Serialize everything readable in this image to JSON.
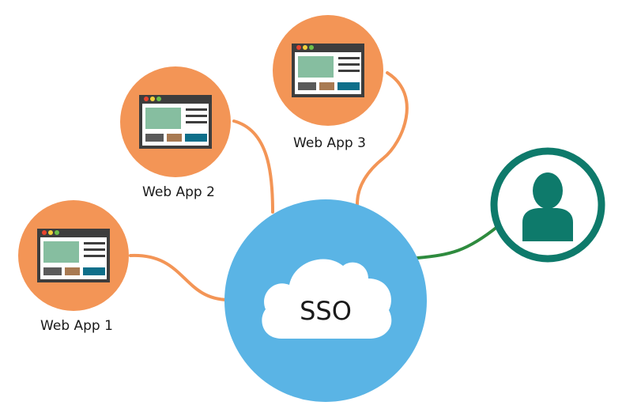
{
  "center": {
    "label": "SSO",
    "color": "#5ab4e5",
    "cloud_color": "#ffffff"
  },
  "apps": [
    {
      "label": "Web App 1"
    },
    {
      "label": "Web App 2"
    },
    {
      "label": "Web App 3"
    }
  ],
  "user": {
    "icon": "user-icon",
    "ring_color": "#0e7a6b",
    "color": "#0e7a6b"
  },
  "colors": {
    "app_circle": "#f39556",
    "app_connector": "#f39556",
    "user_connector": "#2e8b3e",
    "window_frame": "#3d3d3d",
    "window_image": "#86bea0",
    "window_btn_gray": "#5a5a5a",
    "window_btn_brown": "#a87a52",
    "window_btn_teal": "#0e6f8a",
    "dot_red": "#e8432e",
    "dot_yellow": "#f2d03b",
    "dot_green": "#6cc04a"
  }
}
